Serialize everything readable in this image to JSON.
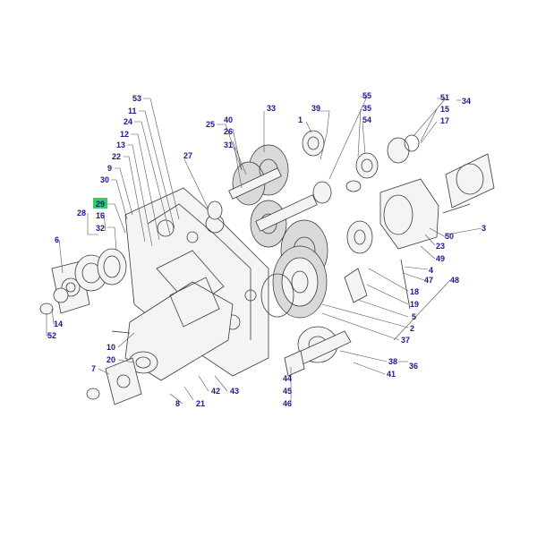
{
  "diagram": {
    "highlight_color": "#33cc66",
    "label_color": "#1a1a8a",
    "callouts": [
      {
        "id": "c53",
        "text": "53"
      },
      {
        "id": "c11",
        "text": "11"
      },
      {
        "id": "c24",
        "text": "24"
      },
      {
        "id": "c12",
        "text": "12"
      },
      {
        "id": "c13",
        "text": "13"
      },
      {
        "id": "c22",
        "text": "22"
      },
      {
        "id": "c9",
        "text": "9"
      },
      {
        "id": "c30",
        "text": "30"
      },
      {
        "id": "c29",
        "text": "29"
      },
      {
        "id": "c28",
        "text": "28"
      },
      {
        "id": "c16",
        "text": "16"
      },
      {
        "id": "c32",
        "text": "32"
      },
      {
        "id": "c6",
        "text": "6"
      },
      {
        "id": "c14",
        "text": "14"
      },
      {
        "id": "c52",
        "text": "52"
      },
      {
        "id": "c10",
        "text": "10"
      },
      {
        "id": "c20",
        "text": "20"
      },
      {
        "id": "c7",
        "text": "7"
      },
      {
        "id": "c8",
        "text": "8"
      },
      {
        "id": "c21",
        "text": "21"
      },
      {
        "id": "c42",
        "text": "42"
      },
      {
        "id": "c43",
        "text": "43"
      },
      {
        "id": "c27",
        "text": "27"
      },
      {
        "id": "c25",
        "text": "25"
      },
      {
        "id": "c40",
        "text": "40"
      },
      {
        "id": "c26",
        "text": "26"
      },
      {
        "id": "c31",
        "text": "31"
      },
      {
        "id": "c33",
        "text": "33"
      },
      {
        "id": "c1",
        "text": "1"
      },
      {
        "id": "c39",
        "text": "39"
      },
      {
        "id": "c55",
        "text": "55"
      },
      {
        "id": "c35",
        "text": "35"
      },
      {
        "id": "c54",
        "text": "54"
      },
      {
        "id": "c51",
        "text": "51"
      },
      {
        "id": "c15",
        "text": "15"
      },
      {
        "id": "c17",
        "text": "17"
      },
      {
        "id": "c34",
        "text": "34"
      },
      {
        "id": "c3",
        "text": "3"
      },
      {
        "id": "c50",
        "text": "50"
      },
      {
        "id": "c23",
        "text": "23"
      },
      {
        "id": "c49",
        "text": "49"
      },
      {
        "id": "c4",
        "text": "4"
      },
      {
        "id": "c47",
        "text": "47"
      },
      {
        "id": "c48",
        "text": "48"
      },
      {
        "id": "c18",
        "text": "18"
      },
      {
        "id": "c19",
        "text": "19"
      },
      {
        "id": "c5",
        "text": "5"
      },
      {
        "id": "c2",
        "text": "2"
      },
      {
        "id": "c37",
        "text": "37"
      },
      {
        "id": "c38",
        "text": "38"
      },
      {
        "id": "c36",
        "text": "36"
      },
      {
        "id": "c41",
        "text": "41"
      },
      {
        "id": "c44",
        "text": "44"
      },
      {
        "id": "c45",
        "text": "45"
      },
      {
        "id": "c46",
        "text": "46"
      }
    ]
  }
}
